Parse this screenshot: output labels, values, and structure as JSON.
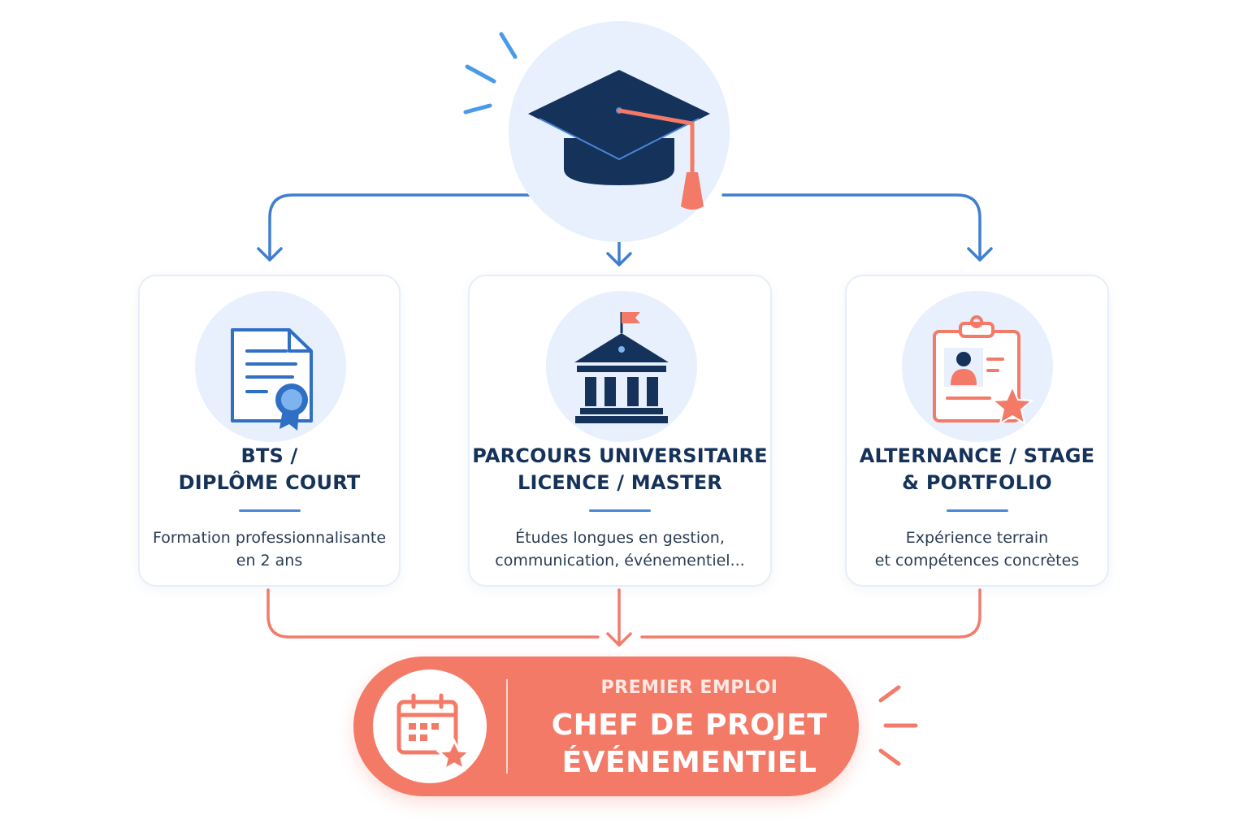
{
  "top": {
    "icon": "graduation-cap-icon"
  },
  "paths": [
    {
      "icon": "diploma-certificate-icon",
      "title_line1": "BTS /",
      "title_line2": "DIPLÔME COURT",
      "desc_line1": "Formation professionnalisante",
      "desc_line2": "en 2 ans"
    },
    {
      "icon": "university-building-icon",
      "title_line1": "PARCOURS UNIVERSITAIRE",
      "title_line2": "LICENCE / MASTER",
      "desc_line1": "Études longues en gestion,",
      "desc_line2": "communication, événementiel..."
    },
    {
      "icon": "profile-clipboard-star-icon",
      "title_line1": "ALTERNANCE / STAGE",
      "title_line2": "& PORTFOLIO",
      "desc_line1": "Expérience terrain",
      "desc_line2": "et compétences concrètes"
    }
  ],
  "result": {
    "icon": "calendar-star-icon",
    "subtitle": "PREMIER EMPLOI",
    "title_line1": "CHEF DE PROJET",
    "title_line2": "ÉVÉNEMENTIEL"
  },
  "colors": {
    "navy": "#15325a",
    "blue": "#3f7fd0",
    "light_blue": "#e7f0fc",
    "coral": "#f47a68"
  }
}
